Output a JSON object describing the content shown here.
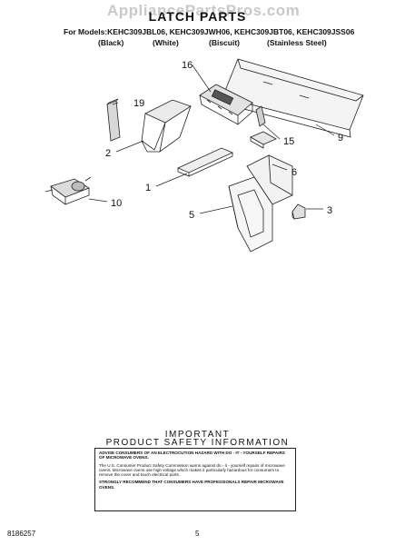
{
  "watermark": "AppliancePartsPros.com",
  "header": {
    "title": "LATCH PARTS",
    "models_line": "For Models:KEHC309JBL06, KEHC309JWH06, KEHC309JBT06, KEHC309JSS06",
    "variants": [
      "(Black)",
      "(White)",
      "(Biscuit)",
      "(Stainless Steel)"
    ]
  },
  "callouts": {
    "p16": "16",
    "p19": "19",
    "p2": "2",
    "p15": "15",
    "p9": "9",
    "p6": "6",
    "p1": "1",
    "p10": "10",
    "p5": "5",
    "p3": "3"
  },
  "safety": {
    "heading_1": "IMPORTANT",
    "heading_2": "PRODUCT SAFETY INFORMATION",
    "para_1": "ADVISE CONSUMERS OF AN ELECTROCUTION HAZARD WITH DO - IT - YOURSELF REPAIRS OF MICROWAVE OVENS.",
    "para_2": "The U.S. Consumer Product Safety Commission warns against do - it - yourself repairs of microwave ovens. Microwave ovens use high voltage which makes it particularly hazardous for consumers to remove the cover and touch electrical parts.",
    "para_3": "STRONGLY RECOMMEND THAT CONSUMERS HAVE PROFESSIONALS REPAIR MICROWAVE OVENS."
  },
  "footer": {
    "doc_number": "8186257",
    "page_number": "5"
  }
}
